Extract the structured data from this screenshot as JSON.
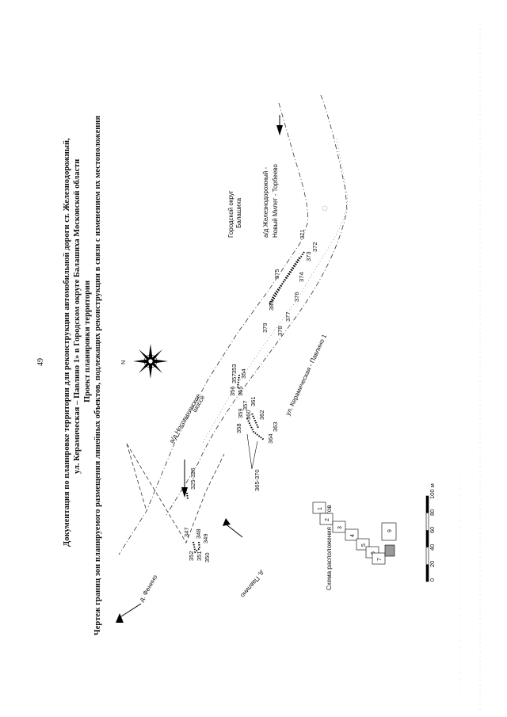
{
  "page_number": "49",
  "header": {
    "line1": "Документация по планировке территории для реконструкции автомобильной дороги ст. Железнодорожный,",
    "line2": "ул. Керамическая – Павлино 1» в Городском округе Балашиха Московской области",
    "line3": "Проект планировки территории",
    "line4": "Чертеж границ зон планируемого размещения линейных объектов, подлежащих реконструкции в связи с изменением их местоположения"
  },
  "map": {
    "north_label": "N",
    "places": {
      "city": [
        "Городской округ",
        "Балашиха"
      ],
      "nosovikhinskoe": [
        "а/д Носовихинское",
        "шоссе"
      ],
      "zheleznodorozhny": [
        "а/д Железнодорожный -",
        "Новый Милет - Торбеево"
      ],
      "keramicheskaya": "ул. Керамическая - Павлино 1",
      "pavlino": "д. Павлино",
      "fenino": "д. Фенино"
    },
    "point_labels": {
      "p325_326": "325-326",
      "p347": "347",
      "p348": "348",
      "p349": "349",
      "p350": "350",
      "p351": "351",
      "p352": "352",
      "p353": "353",
      "p354": "354",
      "p355": "355",
      "p356": "356",
      "p357": "357",
      "p358": "358",
      "p359": "359",
      "p360": "360",
      "p361": "361",
      "p362": "362",
      "p363": "363",
      "p364": "364",
      "p365_370": "365-370",
      "p371": "371",
      "p372": "372",
      "p373": "373",
      "p374": "374",
      "p375": "375",
      "p376": "376",
      "p377": "377",
      "p378": "378",
      "p379": "379",
      "p380": "380",
      "p357_alt": "357"
    }
  },
  "sheet_scheme": {
    "title": "Схема расположения листов",
    "sheets": [
      "1",
      "2",
      "3",
      "4",
      "5",
      "6",
      "7",
      "9"
    ]
  },
  "scale_bar": {
    "ticks": [
      "0",
      "20",
      "40",
      "60",
      "80",
      "100 м"
    ]
  }
}
